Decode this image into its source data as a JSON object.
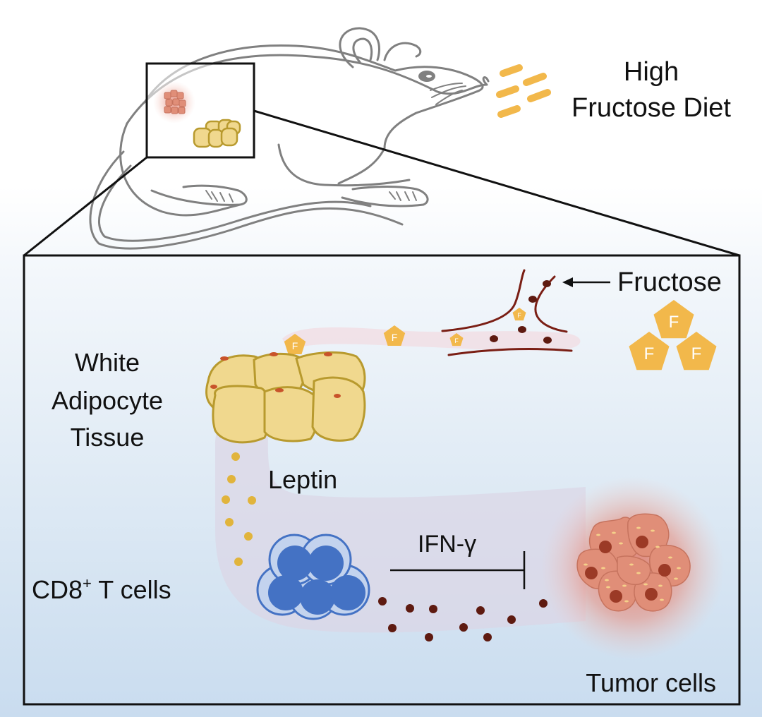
{
  "labels": {
    "diet_line1": "High",
    "diet_line2": "Fructose Diet",
    "fructose": "Fructose",
    "fructose_symbol": "F",
    "wat_line1": "White",
    "wat_line2": "Adipocyte",
    "wat_line3": "Tissue",
    "leptin": "Leptin",
    "tcell_prefix": "CD8",
    "tcell_sup": "+",
    "tcell_suffix": " T cells",
    "ifn": "IFN-γ",
    "tumor": "Tumor cells"
  },
  "colors": {
    "fructose": "#f2b84b",
    "adipocyte_fill": "#f0d88e",
    "adipocyte_stroke": "#b89a2e",
    "leptin_dot": "#e1b43c",
    "tcell_outer": "#c3d3ee",
    "tcell_nucleus": "#4472c4",
    "ifn_dot": "#5e1a10",
    "tumor_fill": "#e08e78",
    "tumor_nucleus": "#9b3a26",
    "vessel": "#7a1e14",
    "mouse_outline": "#808080"
  }
}
